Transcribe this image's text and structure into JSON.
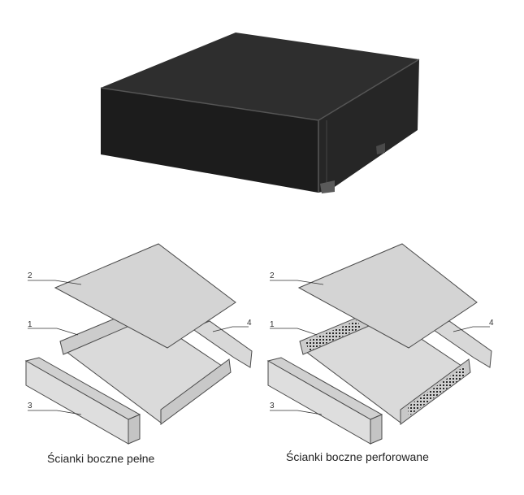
{
  "figure": {
    "callouts": {
      "n1": "1",
      "n2": "2",
      "n3": "3",
      "n4": "4"
    },
    "captions": {
      "solid": "Ścianki boczne pełne",
      "perforated": "Ścianki boczne perforowane"
    },
    "colors": {
      "enclosure_body": "#202020",
      "sheet_metal": "#d6d6d6",
      "outline": "#4a4a4a"
    }
  }
}
